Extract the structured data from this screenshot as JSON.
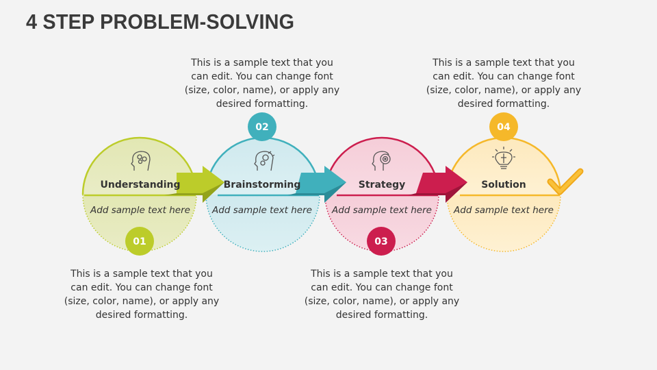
{
  "title": "4 STEP PROBLEM-SOLVING",
  "colors": {
    "step1": "#bccc2a",
    "step2": "#40b0bc",
    "step3": "#cc1e4e",
    "step4": "#f5b82a"
  },
  "steps": [
    {
      "number": "01",
      "name": "Understanding",
      "subtitle": "Add sample text here",
      "icon": "brain-head-icon",
      "description": "This is a sample text that you can edit. You can change font (size, color, name), or apply any desired formatting."
    },
    {
      "number": "02",
      "name": "Brainstorming",
      "subtitle": "Add sample text here",
      "icon": "head-gears-icon",
      "description": "This is a sample text that you can edit. You can change font (size, color, name), or apply any desired formatting."
    },
    {
      "number": "03",
      "name": "Strategy",
      "subtitle": "Add sample text here",
      "icon": "head-target-icon",
      "description": "This is a sample text that you can edit. You can change font (size, color, name), or apply any desired formatting."
    },
    {
      "number": "04",
      "name": "Solution",
      "subtitle": "Add sample text here",
      "icon": "lightbulb-icon",
      "description": "This is a sample text that you can edit. You can change font (size, color, name), or apply any desired formatting."
    }
  ]
}
